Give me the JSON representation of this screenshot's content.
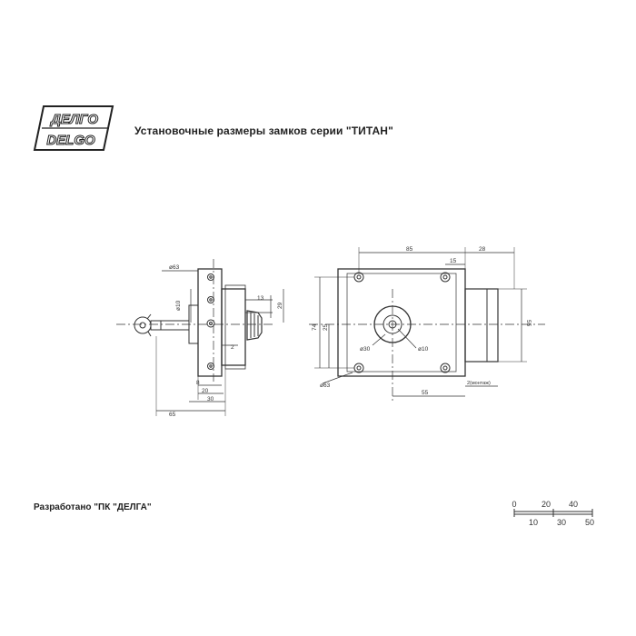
{
  "logo": {
    "line1": "ДЕЛГО",
    "line2": "DELGO"
  },
  "title": "Установочные размеры замков серии \"ТИТАН\"",
  "credit": "Разработано \"ПК \"ДЕЛГА\"",
  "side_view": {
    "dims": {
      "d63": "ø63",
      "d10": "ø10",
      "h13": "13",
      "h29": "29",
      "w2": "2",
      "w8": "8",
      "w20": "20",
      "w30": "30",
      "w65": "65"
    }
  },
  "front_view": {
    "dims": {
      "w85": "85",
      "w28": "28",
      "w15": "15",
      "h74": "74",
      "h25": "25",
      "h55": "55",
      "d30": "ø30",
      "d10": "ø10",
      "d63": "ø63",
      "w55": "55",
      "note": "2(монтаж)"
    }
  },
  "scale": {
    "top": [
      "0",
      "20",
      "40"
    ],
    "bottom": [
      "10",
      "30",
      "50"
    ]
  }
}
